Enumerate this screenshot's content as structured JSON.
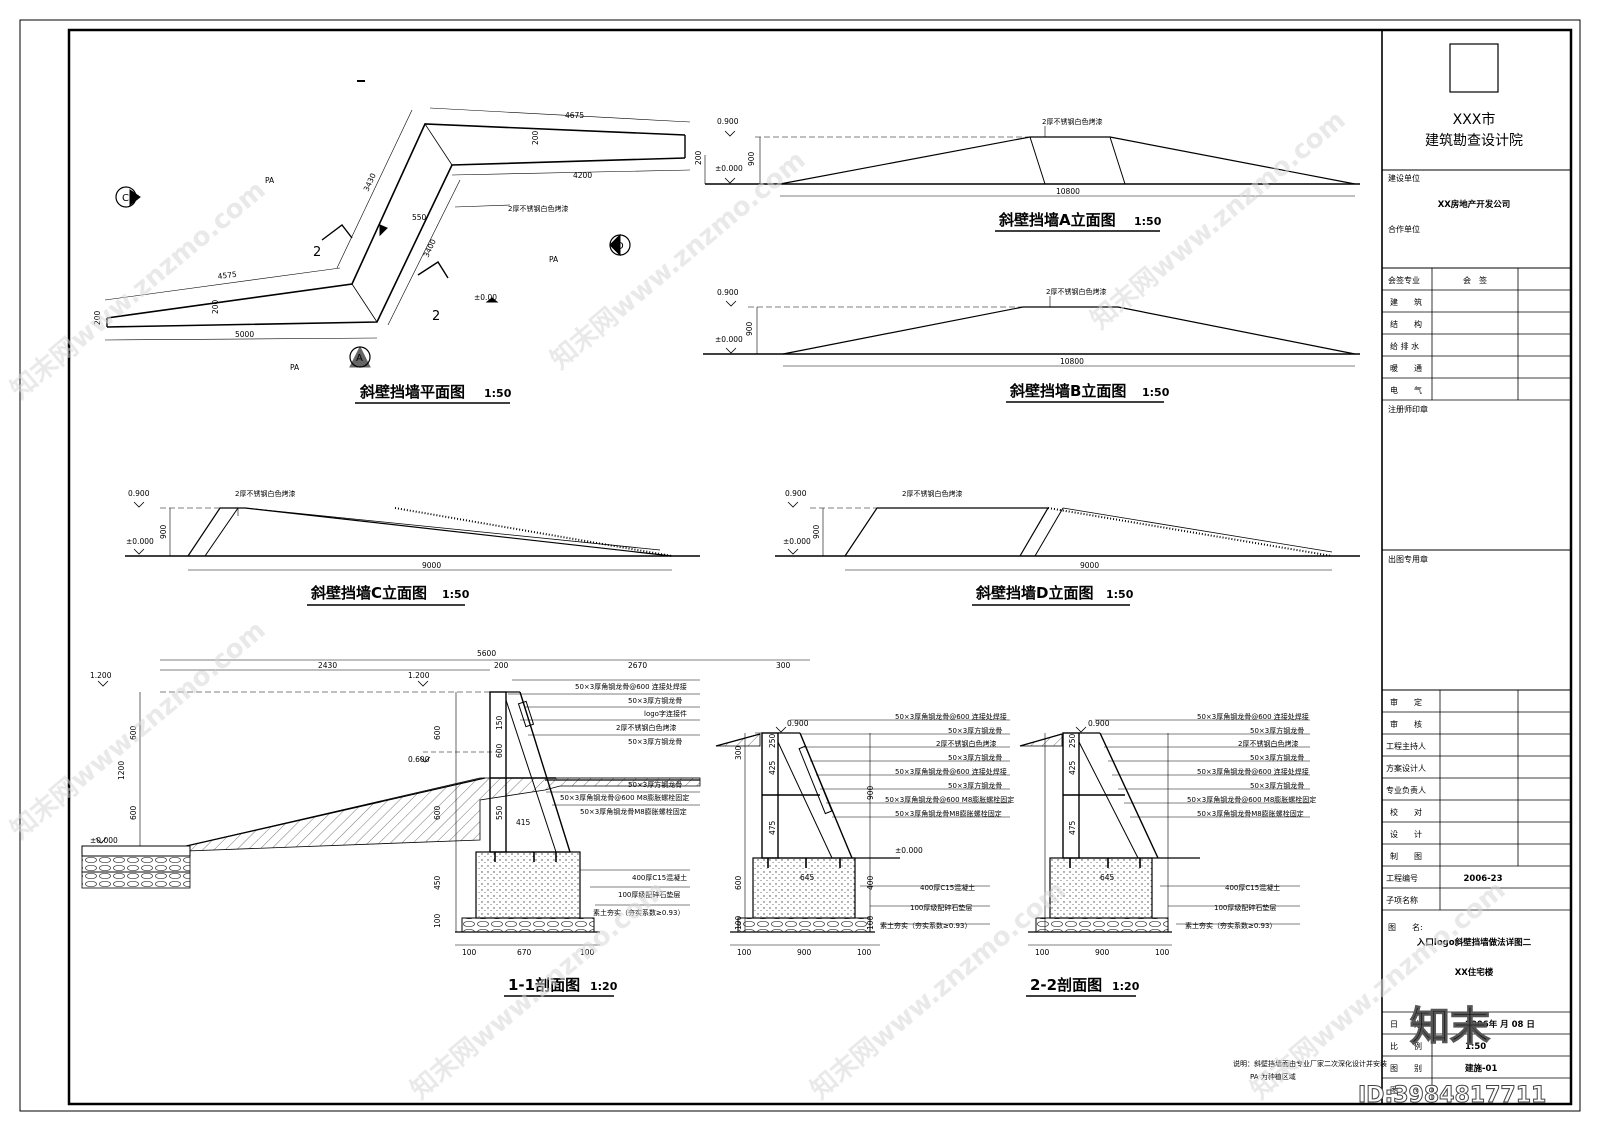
{
  "titleblock": {
    "org_line1": "XXX市",
    "org_line2": "建筑勘查设计院",
    "client_label": "建设单位",
    "client": "XX房地产开发公司",
    "partner_label": "合作单位",
    "countersign_header": [
      "会签专业",
      "会　签"
    ],
    "disciplines": [
      "建　　筑",
      "结　　构",
      "给 排 水",
      "暖　　通",
      "电　　气"
    ],
    "engineer_seal": "注册师印章",
    "drawing_seal": "出图专用章",
    "roles": [
      "审　　定",
      "审　　核",
      "工程主持人",
      "方案设计人",
      "专业负责人",
      "校　　对",
      "设　　计",
      "制　　图"
    ],
    "project_no_label": "工程编号",
    "project_no": "2006-23",
    "subitem_label": "子项名称",
    "drawing_name_label": "图　　名:",
    "drawing_name": "入口logo斜壁挡墙做法详图二",
    "building": "XX住宅楼",
    "date_label": "日　　期",
    "date": "2006年 月 08 日",
    "scale_label": "比　　例",
    "scale": "1:50",
    "sheet_label": "图　　别",
    "sheet_no": "建施-01",
    "sheet_no_label": "图　　号"
  },
  "views": {
    "plan": {
      "title": "斜壁挡墙平面图",
      "scale": "1:50",
      "dims": [
        "4675",
        "4200",
        "3430",
        "3400",
        "4575",
        "5000",
        "200",
        "200",
        "200",
        "550"
      ],
      "labels": [
        "PA",
        "PA",
        "PA",
        "2厚不锈钢白色烤漆",
        "±0.00",
        "2",
        "2"
      ],
      "markers": [
        "A",
        "C",
        "D"
      ]
    },
    "elev_a": {
      "title": "斜壁挡墙A立面图",
      "scale": "1:50",
      "level_top": "0.900",
      "level_base": "±0.000",
      "height": "900",
      "height2": "200",
      "length": "10800",
      "note": "2厚不锈钢白色烤漆"
    },
    "elev_b": {
      "title": "斜壁挡墙B立面图",
      "scale": "1:50",
      "level_top": "0.900",
      "level_base": "±0.000",
      "height": "900",
      "length": "10800",
      "note": "2厚不锈钢白色烤漆"
    },
    "elev_c": {
      "title": "斜壁挡墙C立面图",
      "scale": "1:50",
      "level_top": "0.900",
      "level_base": "±0.000",
      "height": "900",
      "length": "9000",
      "note": "2厚不锈钢白色烤漆"
    },
    "elev_d": {
      "title": "斜壁挡墙D立面图",
      "scale": "1:50",
      "level_top": "0.900",
      "level_base": "±0.000",
      "height": "900",
      "length": "9000",
      "note": "2厚不锈钢白色烤漆"
    },
    "sec1": {
      "title": "1-1剖面图",
      "scale": "1:20",
      "dims_top": [
        "5600",
        "2430",
        "200",
        "2670",
        "300"
      ],
      "levels": [
        "1.200",
        "1.200",
        "0.600",
        "±0.000"
      ],
      "dims_v": [
        "600",
        "1200",
        "600",
        "600",
        "150",
        "600",
        "550",
        "415",
        "600",
        "450",
        "100"
      ],
      "dims_bottom": [
        "100",
        "670",
        "100"
      ],
      "notes": [
        "50×3厚角钢龙骨@600 连接处焊接",
        "50×3厚方钢龙骨",
        "logo字连接件",
        "2厚不锈钢白色烤漆",
        "50×3厚方钢龙骨",
        "50×3厚方钢龙骨",
        "50×3厚角钢龙骨@600 M8膨胀螺栓固定",
        "50×3厚角钢龙骨M8膨胀螺栓固定",
        "400厚C15混凝土",
        "100厚级配碎石垫层",
        "素土夯实（夯实系数≥0.93）"
      ]
    },
    "sec2a": {
      "levels": [
        "0.900",
        "±0.000"
      ],
      "dims_v": [
        "250",
        "425",
        "475",
        "300",
        "600",
        "100"
      ],
      "dims_bottom": [
        "100",
        "900",
        "100"
      ],
      "dims_inner": [
        "645"
      ]
    },
    "sec2b": {
      "title": "2-2剖面图",
      "scale": "1:20",
      "levels": [
        "0.900"
      ],
      "dims_v": [
        "250",
        "425",
        "475",
        "900",
        "400",
        "100"
      ],
      "dims_bottom": [
        "100",
        "900",
        "100"
      ],
      "dims_inner": [
        "645"
      ],
      "notes": [
        "50×3厚角钢龙骨@600 连接处焊接",
        "50×3厚方钢龙骨",
        "2厚不锈钢白色烤漆",
        "50×3厚方钢龙骨",
        "50×3厚角钢龙骨@600 连接处焊接",
        "50×3厚方钢龙骨",
        "50×3厚角钢龙骨@600 M8膨胀螺栓固定",
        "50×3厚角钢龙骨M8膨胀螺栓固定",
        "400厚C15混凝土",
        "100厚级配碎石垫层",
        "素土夯实（夯实系数≥0.93）"
      ]
    }
  },
  "bottom_note_1": "说明：斜壁挡墙面由专业厂家二次深化设计并安装",
  "bottom_note_2": "PA 为种植区域",
  "watermark": "知末网www.znzmo.com",
  "brand": "知末",
  "id_label": "ID:3984817711"
}
